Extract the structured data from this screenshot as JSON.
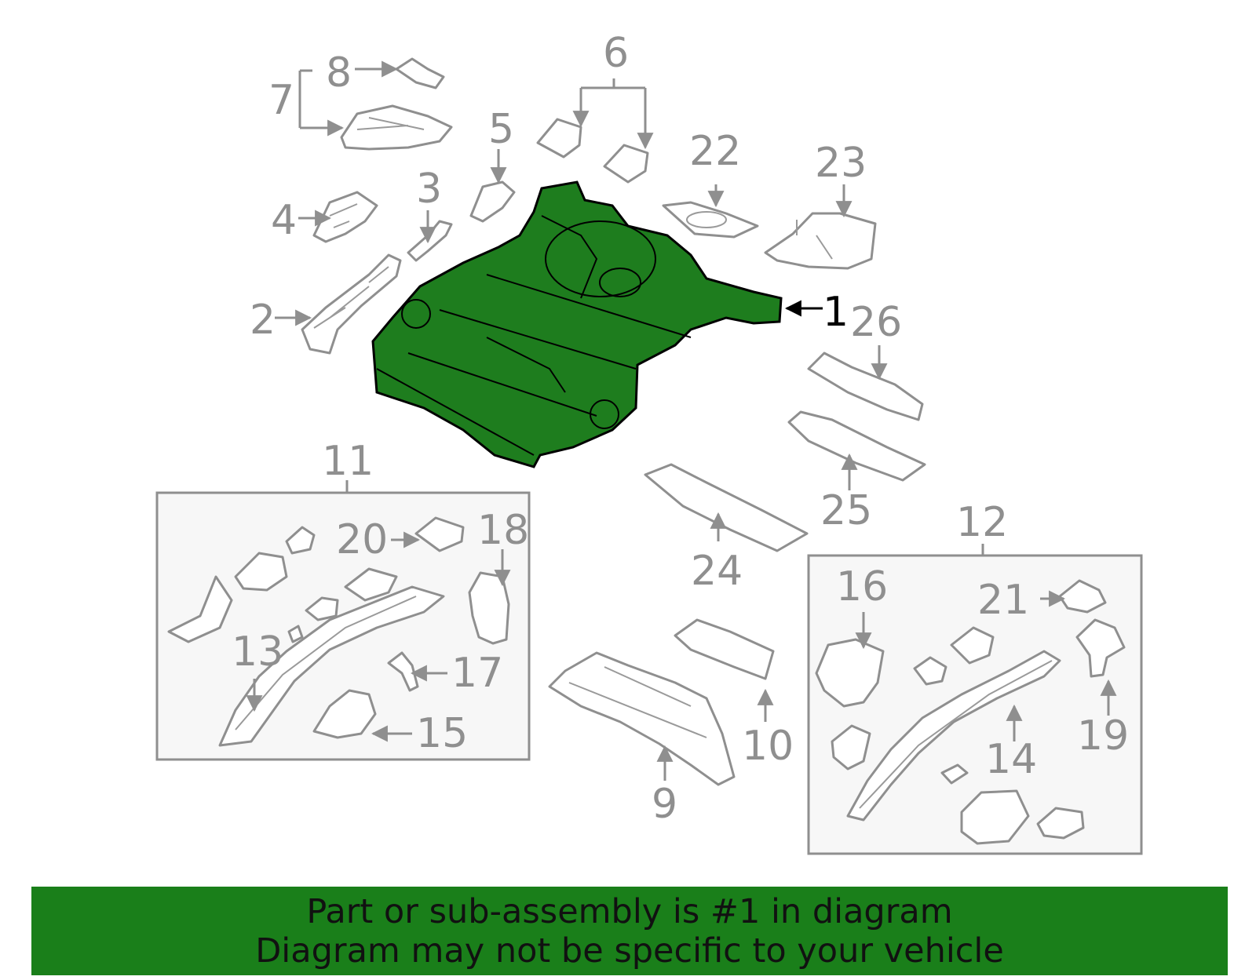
{
  "colors": {
    "highlight": "#1e7d1e",
    "banner": "#1a7f1a",
    "callout": "#8f8f8f",
    "active_callout": "#000000"
  },
  "callouts": {
    "c1": "1",
    "c2": "2",
    "c3": "3",
    "c4": "4",
    "c5": "5",
    "c6": "6",
    "c7": "7",
    "c8": "8",
    "c9": "9",
    "c10": "10",
    "c11": "11",
    "c12": "12",
    "c13": "13",
    "c14": "14",
    "c15": "15",
    "c16": "16",
    "c17": "17",
    "c18": "18",
    "c19": "19",
    "c20": "20",
    "c21": "21",
    "c22": "22",
    "c23": "23",
    "c24": "24",
    "c25": "25",
    "c26": "26"
  },
  "banner": {
    "line1": "Part or sub-assembly is #1 in diagram",
    "line2": "Diagram may not be specific to your vehicle"
  }
}
